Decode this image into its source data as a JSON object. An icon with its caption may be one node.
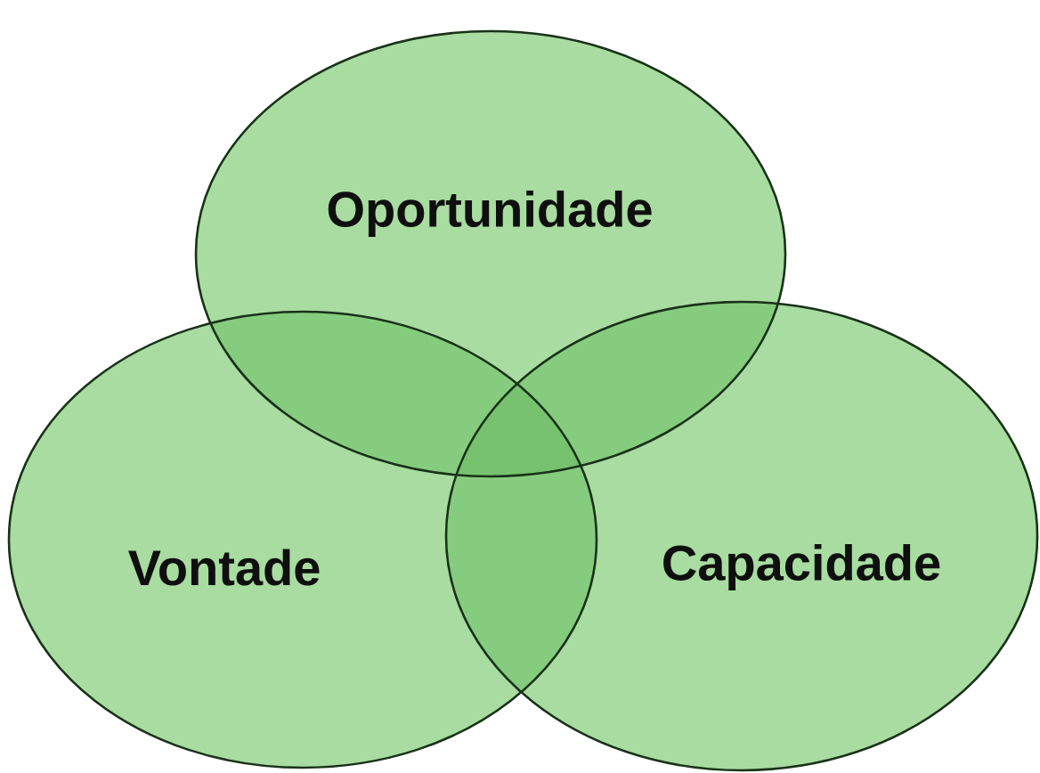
{
  "diagram": {
    "nodes": [
      {
        "text": [
          "Oportunidade"
        ]
      },
      {
        "text": [
          "Vontade"
        ]
      },
      {
        "text": [
          "Capacidade"
        ]
      }
    ]
  }
}
